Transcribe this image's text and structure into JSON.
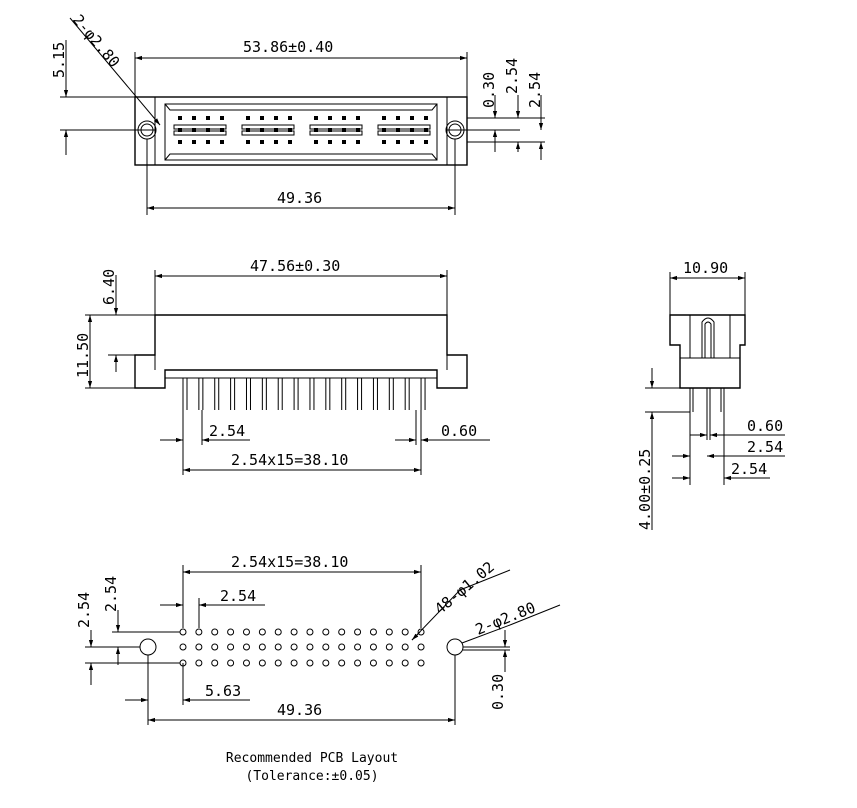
{
  "top_view": {
    "width_overall": "53.86±0.40",
    "mount_hole_callout": "2-φ2.80",
    "left_vertical": "5.15",
    "right_v1": "0.30",
    "right_v2": "2.54",
    "right_v3": "2.54",
    "bottom_width": "49.36"
  },
  "side_view": {
    "width": "47.56±0.30",
    "height_top": "6.40",
    "height_total": "11.50",
    "pitch": "2.54",
    "pin_width": "0.60",
    "pin_span": "2.54x15=38.10"
  },
  "end_view": {
    "width": "10.90",
    "pin_length": "4.00±0.25",
    "pin_width": "0.60",
    "pitch1": "2.54",
    "pitch2": "2.54"
  },
  "pcb_layout": {
    "span": "2.54x15=38.10",
    "pitch_h": "2.54",
    "pitch_v_left": "2.54",
    "pitch_v_left2": "2.54",
    "hole_callout": "48-φ1.02",
    "mount_callout": "2-φ2.80",
    "offset": "5.63",
    "width": "49.36",
    "offset_right": "0.30",
    "caption_line1": "Recommended PCB Layout",
    "caption_line2": "(Tolerance:±0.05)"
  }
}
